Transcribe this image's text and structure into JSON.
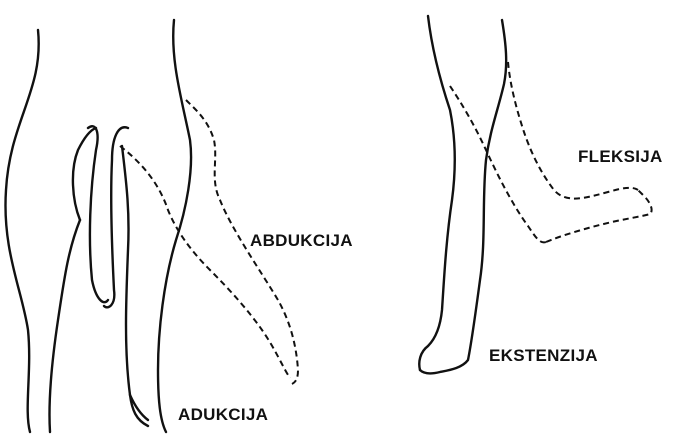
{
  "labels": {
    "abdukcija": "ABDUKCIJA",
    "adukcija": "ADUKCIJA",
    "fleksija": "FLEKSIJA",
    "ekstenzija": "EKSTENZIJA"
  },
  "colors": {
    "line": "#111111",
    "background": "#ffffff"
  }
}
